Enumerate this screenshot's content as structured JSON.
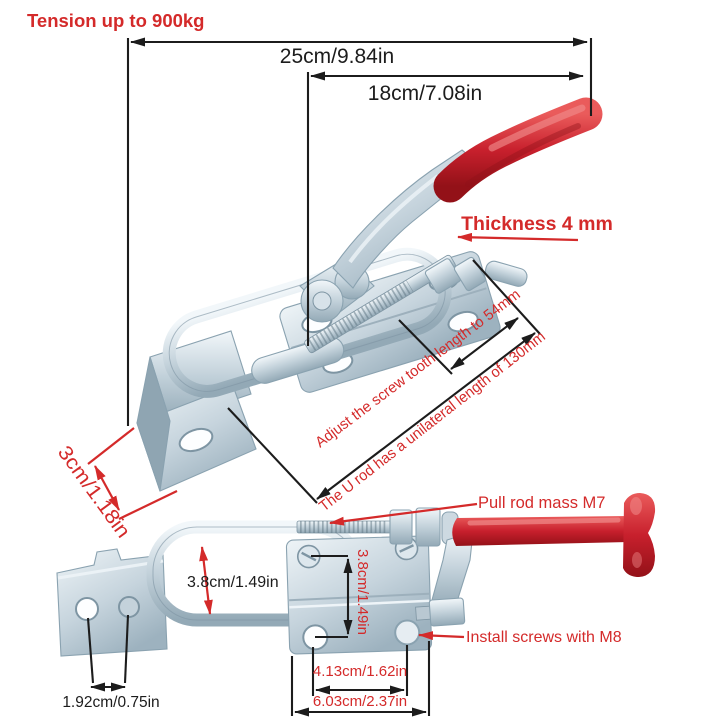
{
  "header": {
    "tension_note": "Tension up to 900kg"
  },
  "top_clamp": {
    "overall_length_label": "25cm/9.84in",
    "body_length_label": "18cm/7.08in",
    "thickness_label": "Thickness 4 mm",
    "screw_adjust_note": "Adjust the screw tooth length to 54mm",
    "u_rod_note": "The U rod has a unilateral length of 130mm",
    "bracket_width_label": "3cm/1.18in"
  },
  "bottom_clamp": {
    "pull_rod_label": "Pull rod mass M7",
    "u_bolt_opening_label": "3.8cm/1.49in",
    "hole_vertical_spacing_label": "3.8cm/1.49in",
    "install_screws_label": "Install screws with M8",
    "hole_horizontal_spacing_label": "4.13cm/1.62in",
    "base_width_label": "6.03cm/2.37in",
    "bracket_hole_spacing_label": "1.92cm/0.75in"
  },
  "colors": {
    "annotation_red": "#d42a2a",
    "dimension_black": "#1c1c1c",
    "handle_red": "#c8202d",
    "metal_light": "#eef4f7",
    "metal_mid": "#b6c6d1",
    "metal_dark": "#8199a7",
    "background": "#ffffff"
  }
}
